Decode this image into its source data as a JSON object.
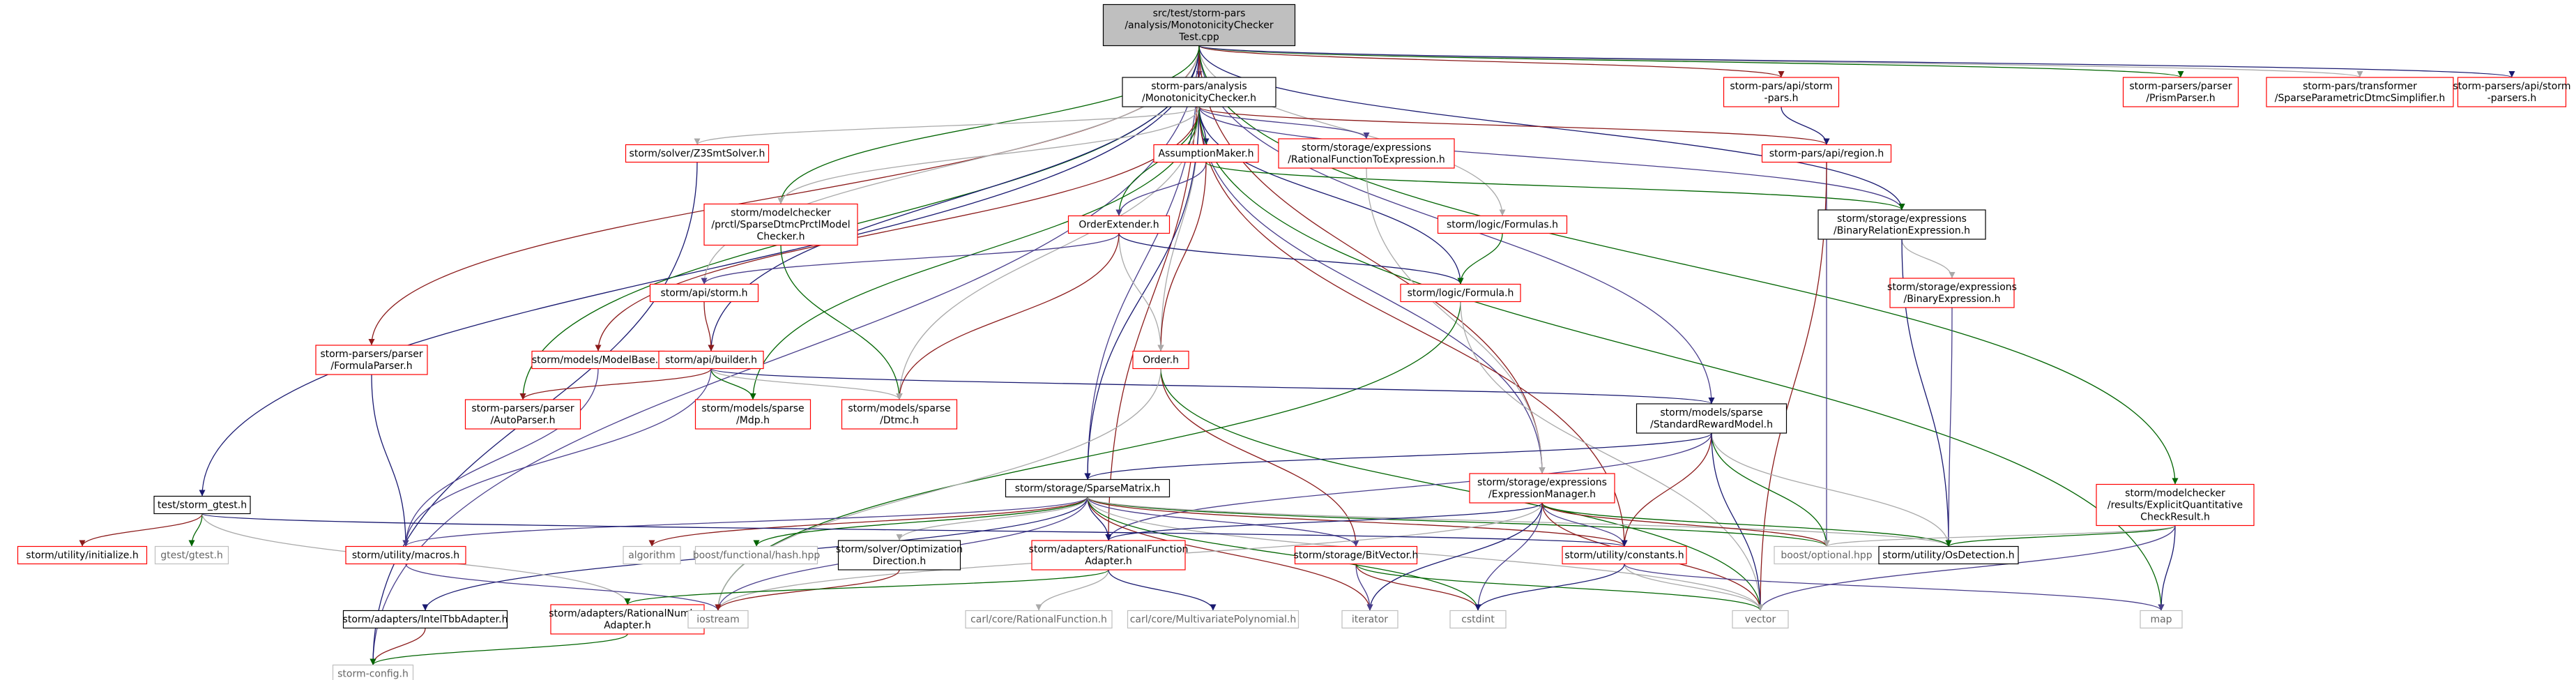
{
  "colors": {
    "root_fill": "#bfbfbf",
    "documented_border": "#000000",
    "undocumented_border": "#ff0000",
    "external_border": "#bfbfbf",
    "external_text": "#666666",
    "edge_default": "#191970",
    "edge_alt": "#483d8b",
    "edge_red": "#8b1a1a",
    "edge_green": "#006400",
    "edge_gray": "#a9a9a9"
  },
  "nodes": [
    {
      "id": "root",
      "lines": [
        "src/test/storm-pars",
        "/analysis/MonotonicityChecker",
        "Test.cpp"
      ],
      "kind": "root"
    },
    {
      "id": "gtest_h",
      "lines": [
        "test/storm_gtest.h"
      ],
      "kind": "doc"
    },
    {
      "id": "mono_h",
      "lines": [
        "storm-pars/analysis",
        "/MonotonicityChecker.h"
      ],
      "kind": "doc"
    },
    {
      "id": "api_storm_pars",
      "lines": [
        "storm-pars/api/storm",
        "-pars.h"
      ],
      "kind": "undoc"
    },
    {
      "id": "prism_parser",
      "lines": [
        "storm-parsers/parser",
        "/PrismParser.h"
      ],
      "kind": "undoc"
    },
    {
      "id": "spdtmc_simpl",
      "lines": [
        "storm-pars/transformer",
        "/SparseParametricDtmcSimplifier.h"
      ],
      "kind": "undoc"
    },
    {
      "id": "api_storm_parsers",
      "lines": [
        "storm-parsers/api/storm",
        "-parsers.h"
      ],
      "kind": "undoc"
    },
    {
      "id": "z3smt",
      "lines": [
        "storm/solver/Z3SmtSolver.h"
      ],
      "kind": "undoc"
    },
    {
      "id": "assumption",
      "lines": [
        "AssumptionMaker.h"
      ],
      "kind": "undoc"
    },
    {
      "id": "rf_to_expr",
      "lines": [
        "storm/storage/expressions",
        "/RationalFunctionToExpression.h"
      ],
      "kind": "undoc"
    },
    {
      "id": "api_region",
      "lines": [
        "storm-pars/api/region.h"
      ],
      "kind": "undoc"
    },
    {
      "id": "sparse_dtmc_prctl",
      "lines": [
        "storm/modelchecker",
        "/prctl/SparseDtmcPrctlModel",
        "Checker.h"
      ],
      "kind": "undoc"
    },
    {
      "id": "order_ext",
      "lines": [
        "OrderExtender.h"
      ],
      "kind": "undoc"
    },
    {
      "id": "logic_formulas",
      "lines": [
        "storm/logic/Formulas.h"
      ],
      "kind": "undoc"
    },
    {
      "id": "bin_rel_expr",
      "lines": [
        "storm/storage/expressions",
        "/BinaryRelationExpression.h"
      ],
      "kind": "doc"
    },
    {
      "id": "api_storm",
      "lines": [
        "storm/api/storm.h"
      ],
      "kind": "undoc"
    },
    {
      "id": "logic_formula",
      "lines": [
        "storm/logic/Formula.h"
      ],
      "kind": "undoc"
    },
    {
      "id": "bin_expr",
      "lines": [
        "storm/storage/expressions",
        "/BinaryExpression.h"
      ],
      "kind": "undoc"
    },
    {
      "id": "formula_parser",
      "lines": [
        "storm-parsers/parser",
        "/FormulaParser.h"
      ],
      "kind": "undoc"
    },
    {
      "id": "model_base",
      "lines": [
        "storm/models/ModelBase.h"
      ],
      "kind": "undoc"
    },
    {
      "id": "api_builder",
      "lines": [
        "storm/api/builder.h"
      ],
      "kind": "undoc"
    },
    {
      "id": "order_h",
      "lines": [
        "Order.h"
      ],
      "kind": "undoc"
    },
    {
      "id": "std_reward",
      "lines": [
        "storm/models/sparse",
        "/StandardRewardModel.h"
      ],
      "kind": "doc"
    },
    {
      "id": "auto_parser",
      "lines": [
        "storm-parsers/parser",
        "/AutoParser.h"
      ],
      "kind": "undoc"
    },
    {
      "id": "mdp_h",
      "lines": [
        "storm/models/sparse",
        "/Mdp.h"
      ],
      "kind": "undoc"
    },
    {
      "id": "dtmc_h",
      "lines": [
        "storm/models/sparse",
        "/Dtmc.h"
      ],
      "kind": "undoc"
    },
    {
      "id": "explicit_qcr",
      "lines": [
        "storm/modelchecker",
        "/results/ExplicitQuantitative",
        "CheckResult.h"
      ],
      "kind": "undoc"
    },
    {
      "id": "sparse_matrix",
      "lines": [
        "storm/storage/SparseMatrix.h"
      ],
      "kind": "doc"
    },
    {
      "id": "expr_manager",
      "lines": [
        "storm/storage/expressions",
        "/ExpressionManager.h"
      ],
      "kind": "undoc"
    },
    {
      "id": "initialize",
      "lines": [
        "storm/utility/initialize.h"
      ],
      "kind": "undoc"
    },
    {
      "id": "gtest_gtest",
      "lines": [
        "gtest/gtest.h"
      ],
      "kind": "ext"
    },
    {
      "id": "macros",
      "lines": [
        "storm/utility/macros.h"
      ],
      "kind": "undoc"
    },
    {
      "id": "algorithm",
      "lines": [
        "algorithm"
      ],
      "kind": "ext"
    },
    {
      "id": "boost_hash",
      "lines": [
        "boost/functional/hash.hpp"
      ],
      "kind": "ext"
    },
    {
      "id": "opt_dir",
      "lines": [
        "storm/solver/Optimization",
        "Direction.h"
      ],
      "kind": "doc"
    },
    {
      "id": "rf_adapter",
      "lines": [
        "storm/adapters/RationalFunction",
        "Adapter.h"
      ],
      "kind": "undoc"
    },
    {
      "id": "bitvector",
      "lines": [
        "storm/storage/BitVector.h"
      ],
      "kind": "undoc"
    },
    {
      "id": "constants",
      "lines": [
        "storm/utility/constants.h"
      ],
      "kind": "undoc"
    },
    {
      "id": "boost_optional",
      "lines": [
        "boost/optional.hpp"
      ],
      "kind": "ext"
    },
    {
      "id": "os_detection",
      "lines": [
        "storm/utility/OsDetection.h"
      ],
      "kind": "doc"
    },
    {
      "id": "intel_tbb",
      "lines": [
        "storm/adapters/IntelTbbAdapter.h"
      ],
      "kind": "doc"
    },
    {
      "id": "rn_adapter",
      "lines": [
        "storm/adapters/RationalNumber",
        "Adapter.h"
      ],
      "kind": "undoc"
    },
    {
      "id": "iostream",
      "lines": [
        "iostream"
      ],
      "kind": "ext"
    },
    {
      "id": "carl_rf",
      "lines": [
        "carl/core/RationalFunction.h"
      ],
      "kind": "ext"
    },
    {
      "id": "carl_mvp",
      "lines": [
        "carl/core/MultivariatePolynomial.h"
      ],
      "kind": "ext"
    },
    {
      "id": "iterator",
      "lines": [
        "iterator"
      ],
      "kind": "ext"
    },
    {
      "id": "cstdint",
      "lines": [
        "cstdint"
      ],
      "kind": "ext"
    },
    {
      "id": "vector",
      "lines": [
        "vector"
      ],
      "kind": "ext"
    },
    {
      "id": "map",
      "lines": [
        "map"
      ],
      "kind": "ext"
    },
    {
      "id": "storm_config",
      "lines": [
        "storm-config.h"
      ],
      "kind": "ext"
    }
  ],
  "edges": [
    [
      "root",
      "gtest_h"
    ],
    [
      "root",
      "mono_h"
    ],
    [
      "root",
      "api_storm_pars"
    ],
    [
      "root",
      "prism_parser"
    ],
    [
      "root",
      "spdtmc_simpl"
    ],
    [
      "root",
      "api_storm_parsers"
    ],
    [
      "root",
      "storm_config"
    ],
    [
      "root",
      "formula_parser"
    ],
    [
      "root",
      "auto_parser"
    ],
    [
      "root",
      "api_storm"
    ],
    [
      "root",
      "api_builder"
    ],
    [
      "root",
      "sparse_matrix"
    ],
    [
      "root",
      "rf_adapter"
    ],
    [
      "root",
      "sparse_dtmc_prctl"
    ],
    [
      "root",
      "logic_formulas"
    ],
    [
      "root",
      "bin_rel_expr"
    ],
    [
      "root",
      "std_reward"
    ],
    [
      "root",
      "expr_manager"
    ],
    [
      "root",
      "explicit_qcr"
    ],
    [
      "mono_h",
      "z3smt"
    ],
    [
      "mono_h",
      "assumption"
    ],
    [
      "mono_h",
      "rf_to_expr"
    ],
    [
      "mono_h",
      "api_region"
    ],
    [
      "mono_h",
      "order_ext"
    ],
    [
      "mono_h",
      "order_h"
    ],
    [
      "mono_h",
      "logic_formula"
    ],
    [
      "mono_h",
      "bin_rel_expr"
    ],
    [
      "mono_h",
      "model_base"
    ],
    [
      "mono_h",
      "mdp_h"
    ],
    [
      "mono_h",
      "dtmc_h"
    ],
    [
      "mono_h",
      "sparse_matrix"
    ],
    [
      "mono_h",
      "expr_manager"
    ],
    [
      "mono_h",
      "constants"
    ],
    [
      "mono_h",
      "map"
    ],
    [
      "mono_h",
      "sparse_dtmc_prctl"
    ],
    [
      "z3smt",
      "storm_config"
    ],
    [
      "assumption",
      "order_ext"
    ],
    [
      "assumption",
      "order_h"
    ],
    [
      "assumption",
      "bin_rel_expr"
    ],
    [
      "rf_to_expr",
      "expr_manager"
    ],
    [
      "api_storm_pars",
      "api_region"
    ],
    [
      "api_region",
      "boost_optional"
    ],
    [
      "api_region",
      "vector"
    ],
    [
      "sparse_dtmc_prctl",
      "dtmc_h"
    ],
    [
      "order_ext",
      "order_h"
    ],
    [
      "order_ext",
      "logic_formula"
    ],
    [
      "order_ext",
      "api_storm"
    ],
    [
      "order_ext",
      "dtmc_h"
    ],
    [
      "logic_formulas",
      "logic_formula"
    ],
    [
      "bin_rel_expr",
      "bin_expr"
    ],
    [
      "bin_rel_expr",
      "os_detection"
    ],
    [
      "bin_expr",
      "os_detection"
    ],
    [
      "api_storm",
      "api_builder"
    ],
    [
      "logic_formula",
      "iostream"
    ],
    [
      "logic_formula",
      "vector"
    ],
    [
      "formula_parser",
      "macros"
    ],
    [
      "model_base",
      "macros"
    ],
    [
      "api_builder",
      "auto_parser"
    ],
    [
      "api_builder",
      "mdp_h"
    ],
    [
      "api_builder",
      "dtmc_h"
    ],
    [
      "api_builder",
      "std_reward"
    ],
    [
      "api_builder",
      "macros"
    ],
    [
      "order_h",
      "bitvector"
    ],
    [
      "order_h",
      "vector"
    ],
    [
      "order_h",
      "iostream"
    ],
    [
      "std_reward",
      "sparse_matrix"
    ],
    [
      "std_reward",
      "rf_adapter"
    ],
    [
      "std_reward",
      "constants"
    ],
    [
      "std_reward",
      "boost_optional"
    ],
    [
      "std_reward",
      "os_detection"
    ],
    [
      "std_reward",
      "vector"
    ],
    [
      "sparse_matrix",
      "macros"
    ],
    [
      "sparse_matrix",
      "algorithm"
    ],
    [
      "sparse_matrix",
      "boost_hash"
    ],
    [
      "sparse_matrix",
      "opt_dir"
    ],
    [
      "sparse_matrix",
      "rf_adapter"
    ],
    [
      "sparse_matrix",
      "bitvector"
    ],
    [
      "sparse_matrix",
      "constants"
    ],
    [
      "sparse_matrix",
      "boost_optional"
    ],
    [
      "sparse_matrix",
      "os_detection"
    ],
    [
      "sparse_matrix",
      "intel_tbb"
    ],
    [
      "sparse_matrix",
      "iostream"
    ],
    [
      "sparse_matrix",
      "iterator"
    ],
    [
      "sparse_matrix",
      "cstdint"
    ],
    [
      "sparse_matrix",
      "vector"
    ],
    [
      "expr_manager",
      "rf_adapter"
    ],
    [
      "expr_manager",
      "constants"
    ],
    [
      "expr_manager",
      "boost_optional"
    ],
    [
      "expr_manager",
      "os_detection"
    ],
    [
      "expr_manager",
      "iostream"
    ],
    [
      "expr_manager",
      "iterator"
    ],
    [
      "expr_manager",
      "cstdint"
    ],
    [
      "expr_manager",
      "vector"
    ],
    [
      "explicit_qcr",
      "os_detection"
    ],
    [
      "explicit_qcr",
      "boost_optional"
    ],
    [
      "explicit_qcr",
      "map"
    ],
    [
      "explicit_qcr",
      "vector"
    ],
    [
      "gtest_h",
      "initialize"
    ],
    [
      "gtest_h",
      "gtest_gtest"
    ],
    [
      "gtest_h",
      "rn_adapter"
    ],
    [
      "gtest_h",
      "constants"
    ],
    [
      "macros",
      "iostream"
    ],
    [
      "opt_dir",
      "iostream"
    ],
    [
      "rf_adapter",
      "rn_adapter"
    ],
    [
      "rf_adapter",
      "carl_rf"
    ],
    [
      "rf_adapter",
      "carl_mvp"
    ],
    [
      "bitvector",
      "iterator"
    ],
    [
      "bitvector",
      "cstdint"
    ],
    [
      "bitvector",
      "vector"
    ],
    [
      "constants",
      "vector"
    ],
    [
      "constants",
      "cstdint"
    ],
    [
      "constants",
      "map"
    ],
    [
      "intel_tbb",
      "storm_config"
    ],
    [
      "rn_adapter",
      "storm_config"
    ]
  ]
}
